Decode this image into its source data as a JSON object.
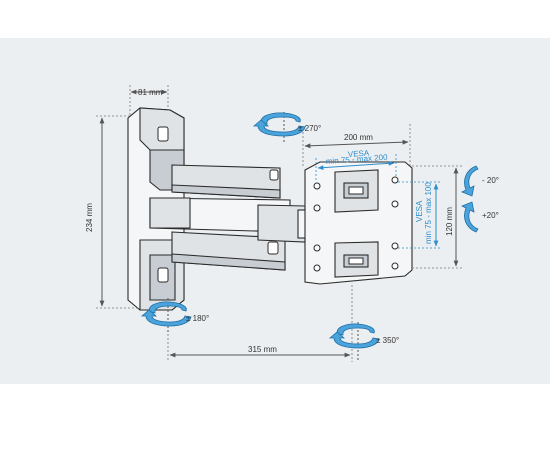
{
  "labels": {
    "wall_depth": "81 mm",
    "height": "234 mm",
    "reach": "315 mm",
    "mount_width": "200 mm",
    "mount_height": "120 mm",
    "vesa_horizontal_1": "VESA",
    "vesa_horizontal_2": "min 75 - max 200",
    "vesa_vertical_1": "VESA",
    "vesa_vertical_2": "min 75 - max 100",
    "rot_arm_top": "± 270°",
    "rot_arm_bottom": "± 180°",
    "rot_swivel": "± 350°",
    "tilt_down": "- 20°",
    "tilt_up": "+20°"
  },
  "colors": {
    "accent": "#2e8ecb",
    "background_panel": "#eceff1"
  }
}
